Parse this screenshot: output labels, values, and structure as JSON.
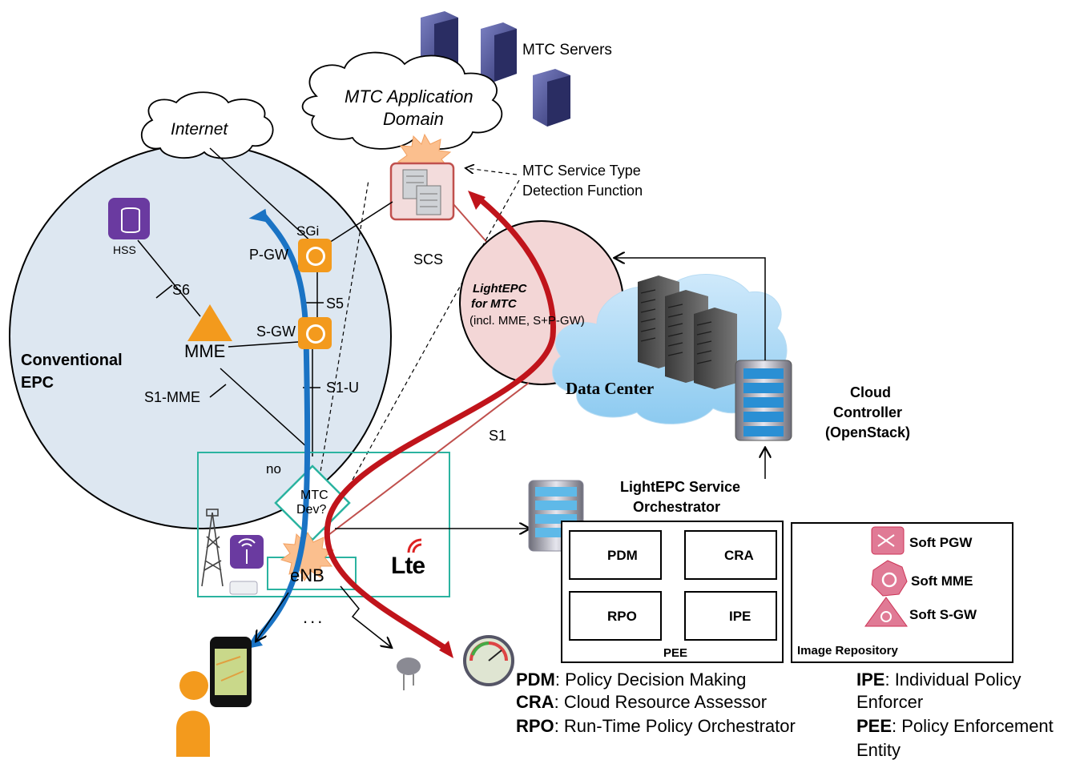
{
  "labels": {
    "mtc_servers": "MTC Servers",
    "mtc_app_domain_line1": "MTC Application",
    "mtc_app_domain_line2": "Domain",
    "internet": "Internet",
    "mtc_detect_line1": "MTC Service Type",
    "mtc_detect_line2": "Detection Function",
    "sgi": "SGi",
    "scs": "SCS",
    "hss": "HSS",
    "pgw": "P-GW",
    "s6": "S6",
    "s5": "S5",
    "sgw": "S-GW",
    "mme": "MME",
    "s1u": "S1-U",
    "s1mme": "S1-MME",
    "conventional_line1": "Conventional",
    "conventional_line2": "EPC",
    "lightepc_line1": "LightEPC",
    "lightepc_line2": "for MTC",
    "lightepc_line3": "(incl. MME, S+P-GW)",
    "data_center": "Data  Center",
    "cloud_ctrl_line1": "Cloud",
    "cloud_ctrl_line2": "Controller",
    "cloud_ctrl_line3": "(OpenStack)",
    "s1": "S1",
    "no": "no",
    "mtc_dev_line1": "MTC",
    "mtc_dev_line2": "Dev?",
    "enb": "eNB",
    "lte": "Lte",
    "dots": "...",
    "orch_line1": "LightEPC Service",
    "orch_line2": "Orchestrator"
  },
  "orchestrator": {
    "modules": [
      "PDM",
      "CRA",
      "RPO",
      "IPE"
    ],
    "pee": "PEE"
  },
  "image_repository": {
    "title": "Image  Repository",
    "items": [
      "Soft PGW",
      "Soft MME",
      "Soft S-GW"
    ]
  },
  "legend": [
    {
      "abbr": "PDM",
      "text": ": Policy Decision Making"
    },
    {
      "abbr": "CRA",
      "text": ": Cloud Resource Assessor"
    },
    {
      "abbr": "RPO",
      "text": ": Run-Time Policy Orchestrator"
    },
    {
      "abbr": "IPE",
      "text": ": Individual Policy"
    },
    {
      "abbr": "",
      "text": "Enforcer"
    },
    {
      "abbr": "PEE",
      "text": ": Policy Enforcement"
    },
    {
      "abbr": "",
      "text": "Entity"
    }
  ],
  "colors": {
    "epc_fill": "#dde7f1",
    "lightepc_fill": "#f3d6d6",
    "blue_path": "#1a73c4",
    "red_path": "#c0141b",
    "teal_box": "#2bb3a0",
    "server_purple": "#4b4f8c",
    "orange_icon": "#f39a1d"
  }
}
